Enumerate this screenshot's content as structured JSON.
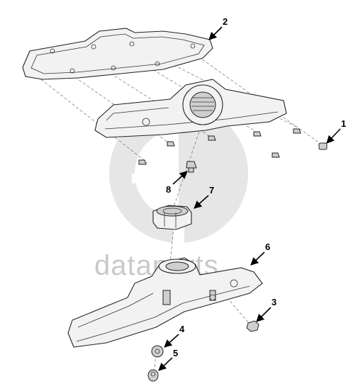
{
  "diagram": {
    "watermark": {
      "brand_text": "dataparts"
    },
    "callouts": [
      {
        "id": "1",
        "label": "1"
      },
      {
        "id": "2",
        "label": "2"
      },
      {
        "id": "3",
        "label": "3"
      },
      {
        "id": "4",
        "label": "4"
      },
      {
        "id": "5",
        "label": "5"
      },
      {
        "id": "6",
        "label": "6"
      },
      {
        "id": "7",
        "label": "7"
      },
      {
        "id": "8",
        "label": "8"
      }
    ]
  },
  "colors": {
    "watermark": "#c9c9c9",
    "line": "#222222",
    "background": "#ffffff"
  }
}
